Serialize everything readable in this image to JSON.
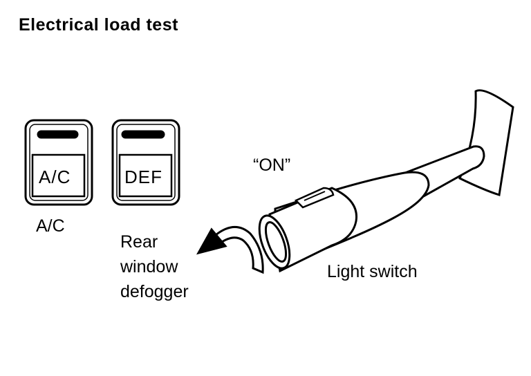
{
  "title": "Electrical load test",
  "buttons": {
    "ac": {
      "face_text": "A/C",
      "caption": "A/C"
    },
    "def": {
      "face_text": "DEF"
    }
  },
  "defogger_label": [
    "Rear",
    "window",
    "defogger"
  ],
  "on_label": "“ON”",
  "switch_label": "Light switch",
  "colors": {
    "ink": "#000000",
    "paper": "#ffffff"
  }
}
